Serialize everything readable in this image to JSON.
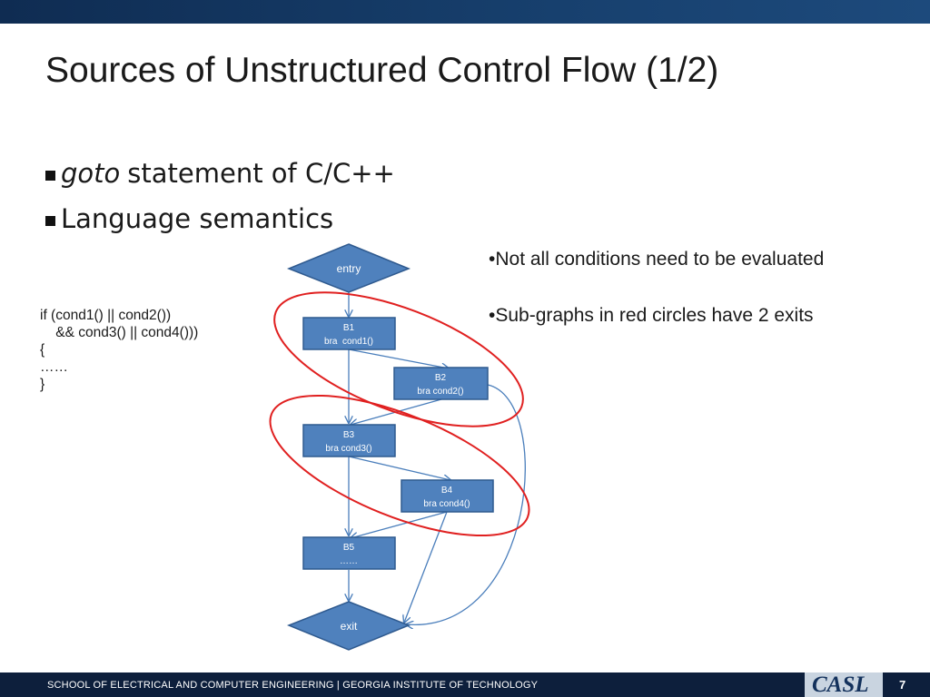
{
  "slide": {
    "title": "Sources of Unstructured Control Flow (1/2)",
    "bullets": [
      {
        "emphasis": "goto",
        "text": "statement of C/C++"
      },
      {
        "emphasis": "",
        "text": "Language semantics"
      }
    ],
    "code_lines": [
      "if (cond1() || cond2())",
      "    && cond3() || cond4()))",
      "{",
      "……",
      "}"
    ],
    "notes": [
      "•Not all conditions need to be evaluated",
      "•Sub-graphs in red circles have 2 exits"
    ]
  },
  "diagram": {
    "nodes": {
      "entry": {
        "label": "entry"
      },
      "b1": {
        "line1": "B1",
        "line2": "bra  cond1()"
      },
      "b2": {
        "line1": "B2",
        "line2": "bra cond2()"
      },
      "b3": {
        "line1": "B3",
        "line2": "bra cond3()"
      },
      "b4": {
        "line1": "B4",
        "line2": "bra cond4()"
      },
      "b5": {
        "line1": "B5",
        "line2": "……"
      },
      "exit": {
        "label": "exit"
      }
    },
    "colors": {
      "node_fill": "#4f81bd",
      "node_stroke": "#2f5a8f",
      "edge": "#4a7ebb",
      "highlight": "#e02020"
    }
  },
  "footer": {
    "text": "SCHOOL OF ELECTRICAL AND COMPUTER ENGINEERING | GEORGIA INSTITUTE OF TECHNOLOGY",
    "logo": "CASL",
    "page_number": "7"
  }
}
